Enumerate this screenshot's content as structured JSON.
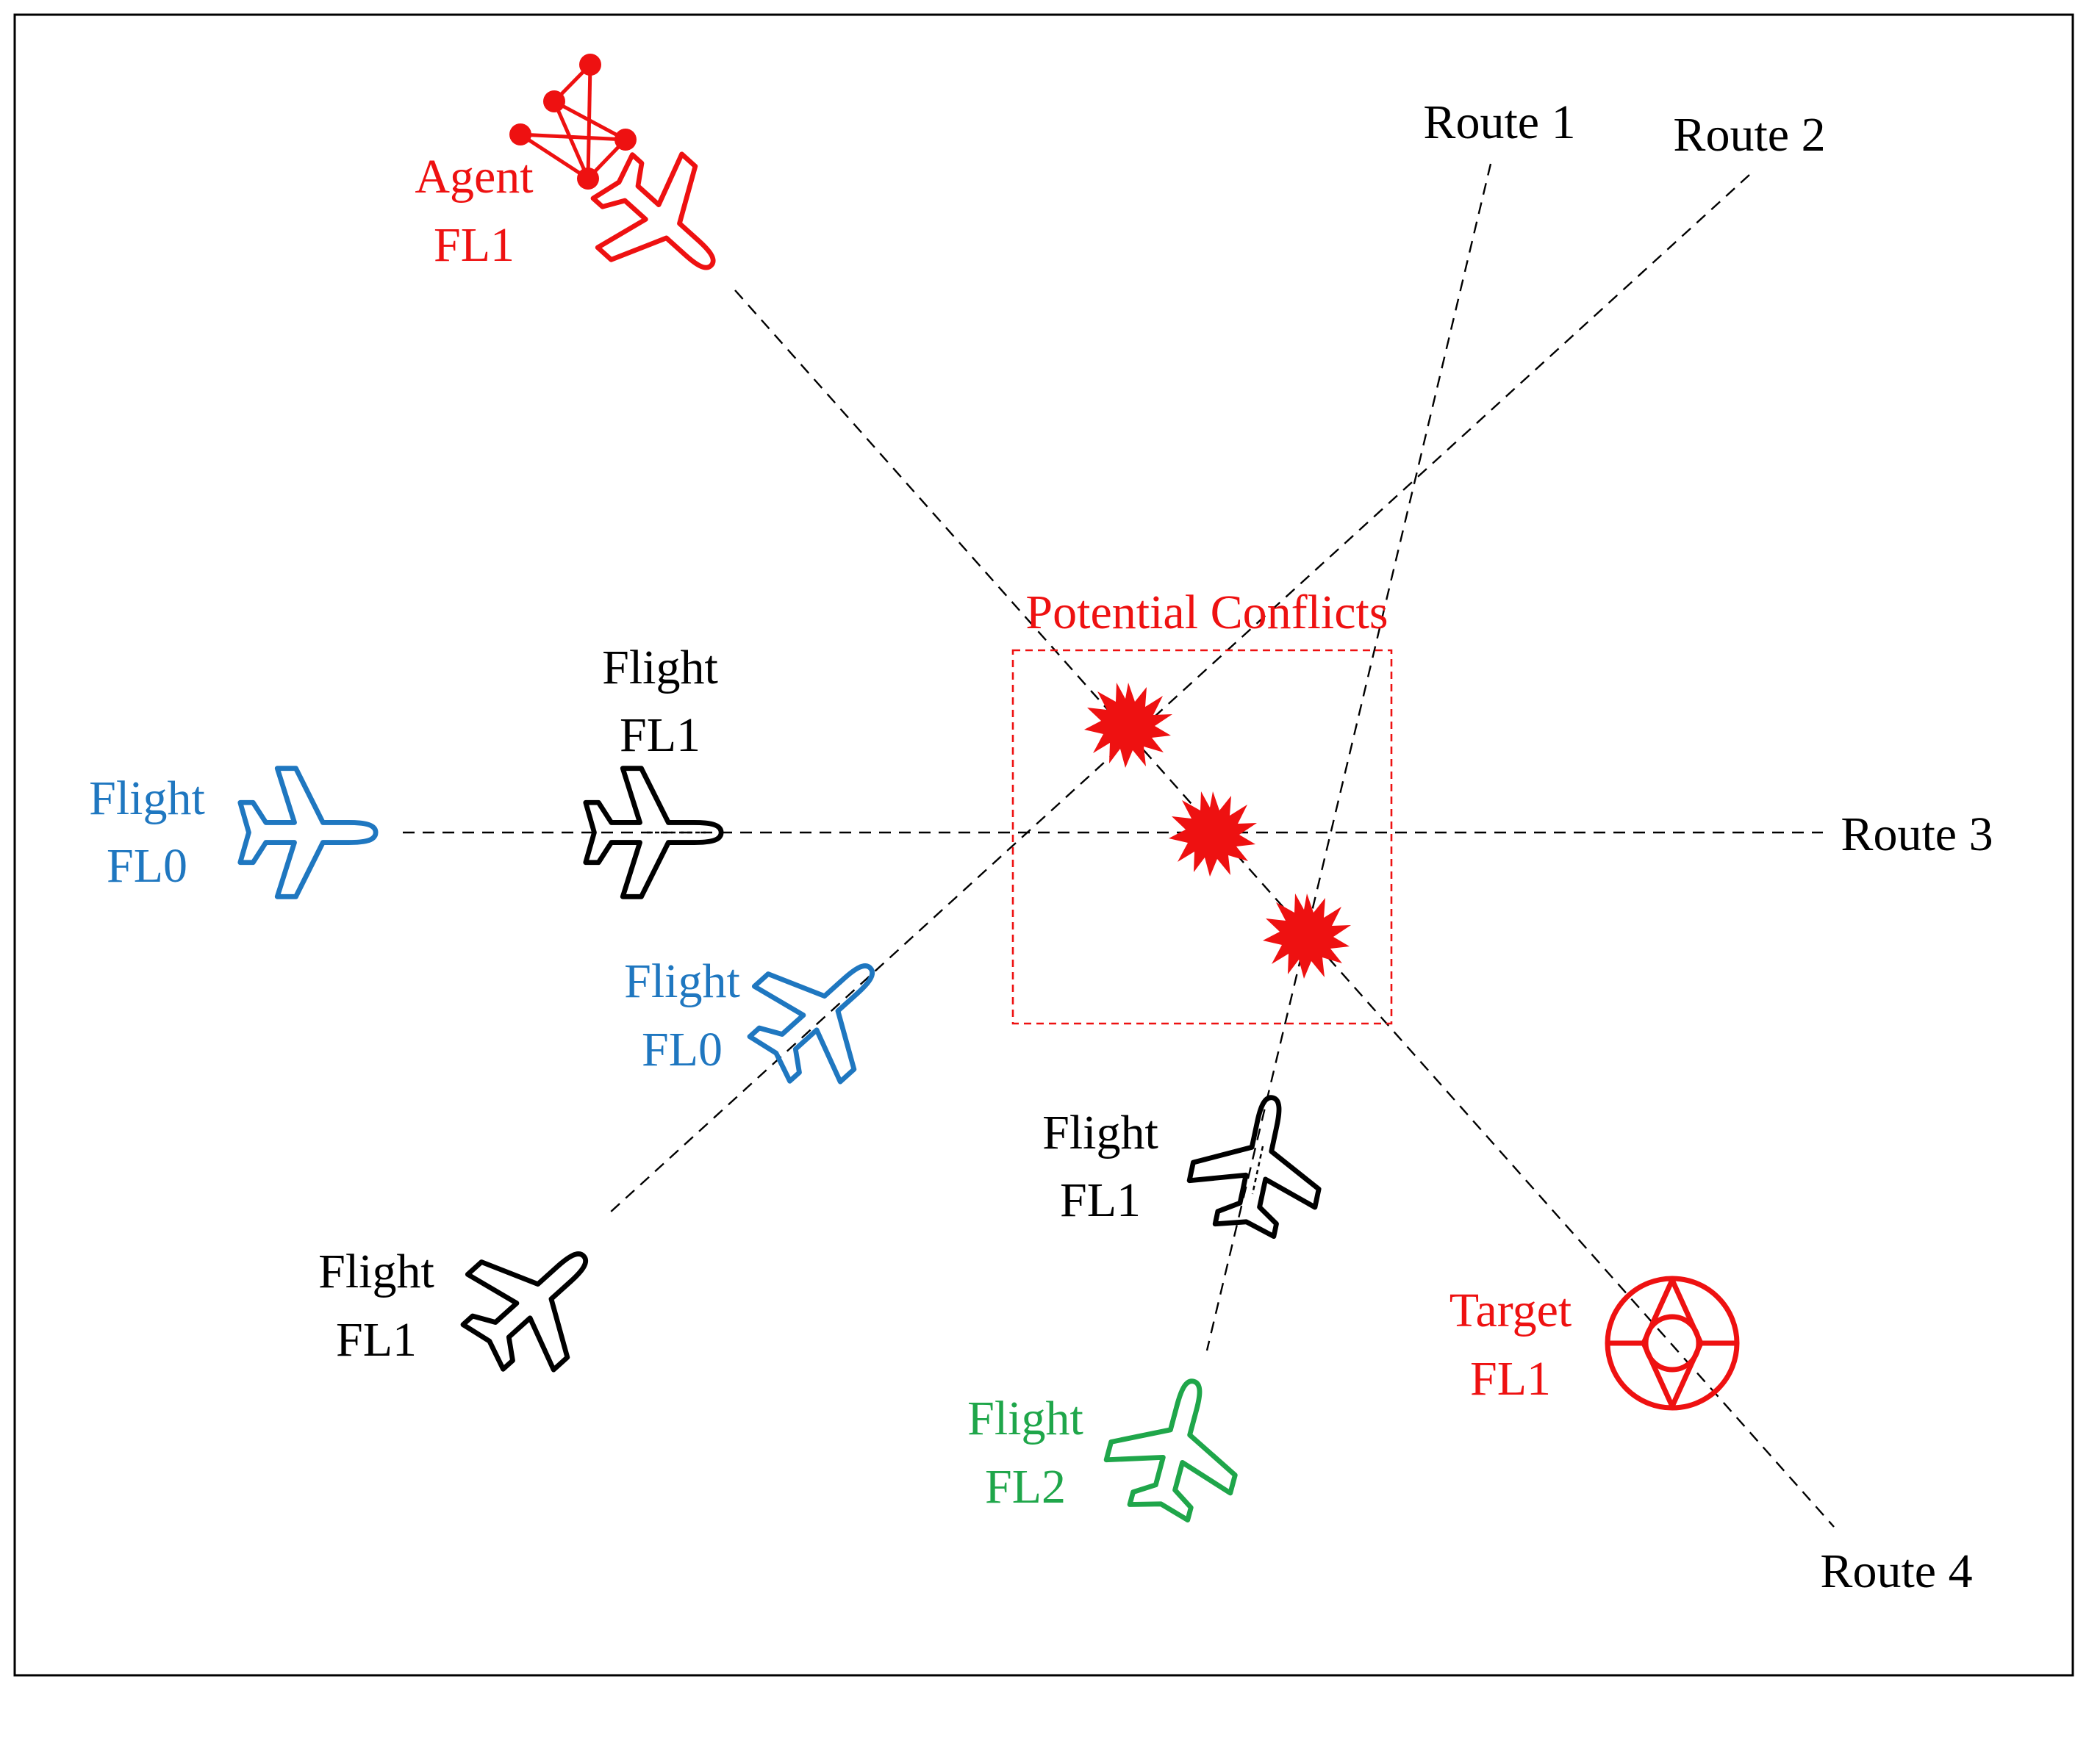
{
  "colors": {
    "black": "#000000",
    "blue": "#1f77c0",
    "red": "#ee1111",
    "green": "#1fa64a"
  },
  "routes": {
    "route1": "Route 1",
    "route2": "Route 2",
    "route3": "Route 3",
    "route4": "Route 4"
  },
  "conflicts": {
    "title": "Potential Conflicts"
  },
  "agent": {
    "line1": "Agent",
    "line2": "FL1",
    "icons": [
      "network-icon",
      "airplane-icon"
    ]
  },
  "target": {
    "line1": "Target",
    "line2": "FL1",
    "icon": "compass-target-icon"
  },
  "flights": [
    {
      "line1": "Flight",
      "line2": "FL0",
      "color": "blue"
    },
    {
      "line1": "Flight",
      "line2": "FL1",
      "color": "black"
    },
    {
      "line1": "Flight",
      "line2": "FL0",
      "color": "blue"
    },
    {
      "line1": "Flight",
      "line2": "FL1",
      "color": "black"
    },
    {
      "line1": "Flight",
      "line2": "FL1",
      "color": "black"
    },
    {
      "line1": "Flight",
      "line2": "FL2",
      "color": "green"
    }
  ]
}
